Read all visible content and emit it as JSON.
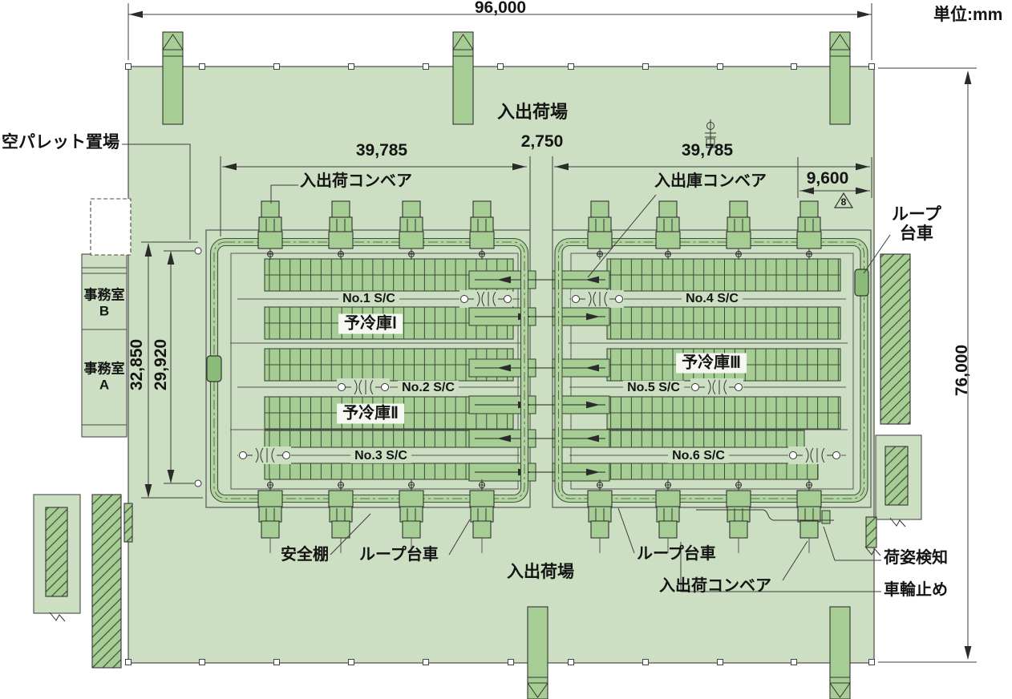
{
  "unit_note": "単位:mm",
  "dims": {
    "total_width": "96,000",
    "span_left": "39,785",
    "gap_center": "2,750",
    "span_right": "39,785",
    "dock_depth": "9,600",
    "total_height": "76,000",
    "loop_outer_height": "32,850",
    "loop_inner_height": "29,920",
    "note_marker": "8"
  },
  "areas": {
    "dock_top": "入出荷場",
    "dock_bottom": "入出荷場",
    "empty_pallet": "空パレット置場",
    "office_b": {
      "line1": "事務室",
      "line2": "B"
    },
    "office_a": {
      "line1": "事務室",
      "line2": "A"
    }
  },
  "equipment": {
    "conveyor_inout_top": "入出荷コンベア",
    "conveyor_storage": "入出庫コンベア",
    "loop_cart_right": {
      "line1": "ループ",
      "line2": "台車"
    },
    "safety_shelf": "安全棚",
    "loop_cart_bottom_left": "ループ台車",
    "loop_cart_bottom_right": "ループ台車",
    "conveyor_inout_bottom": "入出荷コンベア",
    "load_detection": "荷姿検知",
    "wheel_stop": "車輪止め"
  },
  "stacker_cranes": [
    "No.1 S/C",
    "No.2 S/C",
    "No.3 S/C",
    "No.4 S/C",
    "No.5 S/C",
    "No.6 S/C"
  ],
  "precool_rooms": [
    "予冷庫Ⅰ",
    "予冷庫Ⅱ",
    "予冷庫Ⅲ"
  ],
  "colors": {
    "building": "#cddfc2",
    "unit": "#a6cd94",
    "track": "#b2d4a1",
    "carriage": "#8abb78",
    "outline": "#3d4a39",
    "dimline": "#3c3c3c"
  }
}
